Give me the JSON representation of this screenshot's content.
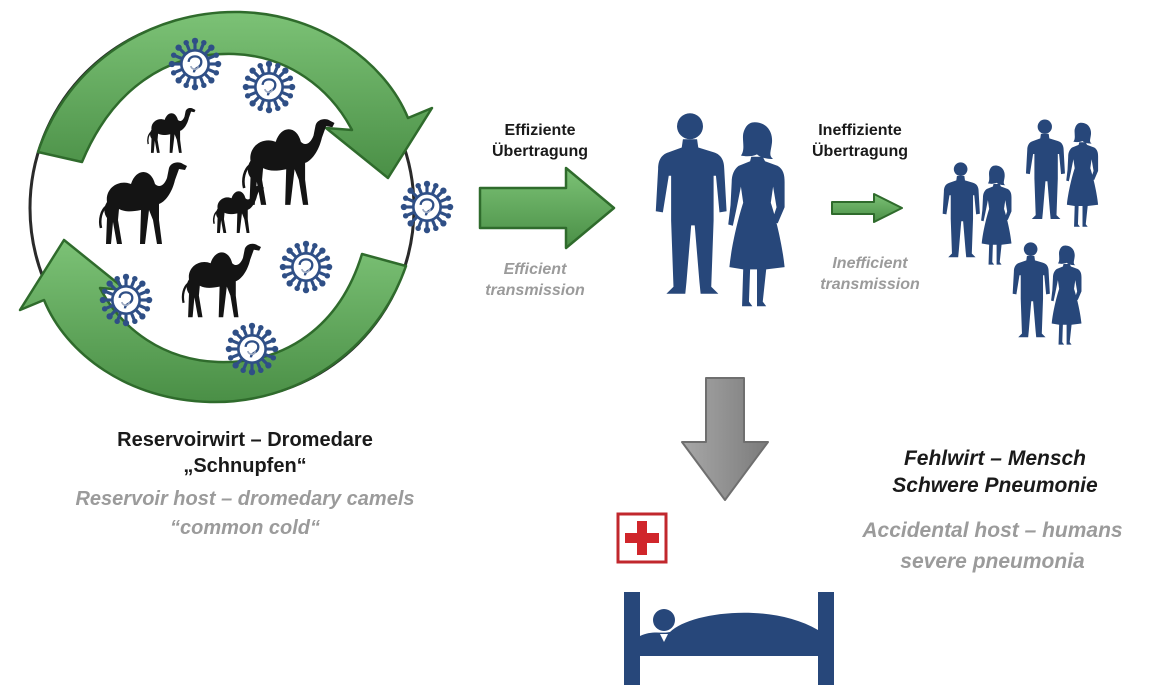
{
  "labels": {
    "efficient": {
      "de_line1": "Effiziente",
      "de_line2": "Übertragung",
      "en_line1": "Efficient",
      "en_line2": "transmission"
    },
    "inefficient": {
      "de_line1": "Ineffiziente",
      "de_line2": "Übertragung",
      "en_line1": "Inefficient",
      "en_line2": "transmission"
    },
    "reservoir": {
      "de_line1": "Reservoirwirt – Dromedare",
      "de_line2": "„Schnupfen“",
      "en_line1": "Reservoir host – dromedary camels",
      "en_line2": "“common cold“"
    },
    "accidental": {
      "de_line1": "Fehlwirt – Mensch",
      "de_line2": "Schwere Pneumonie",
      "en_line1": "Accidental host – humans",
      "en_line2": "severe pneumonia"
    }
  },
  "colors": {
    "arrow_green": "#5fa55a",
    "arrow_green_dark": "#2f6b2c",
    "human_blue": "#27477a",
    "virus_blue": "#2f4f86",
    "grey_arrow": "#8c8c8c",
    "cross_red": "#d0262b",
    "text_grey": "#9b9b9b"
  },
  "icons": [
    "virus-icon",
    "camel-icon",
    "human-man-icon",
    "human-woman-icon",
    "hospital-cross-icon",
    "bed-icon",
    "patient-icon"
  ]
}
